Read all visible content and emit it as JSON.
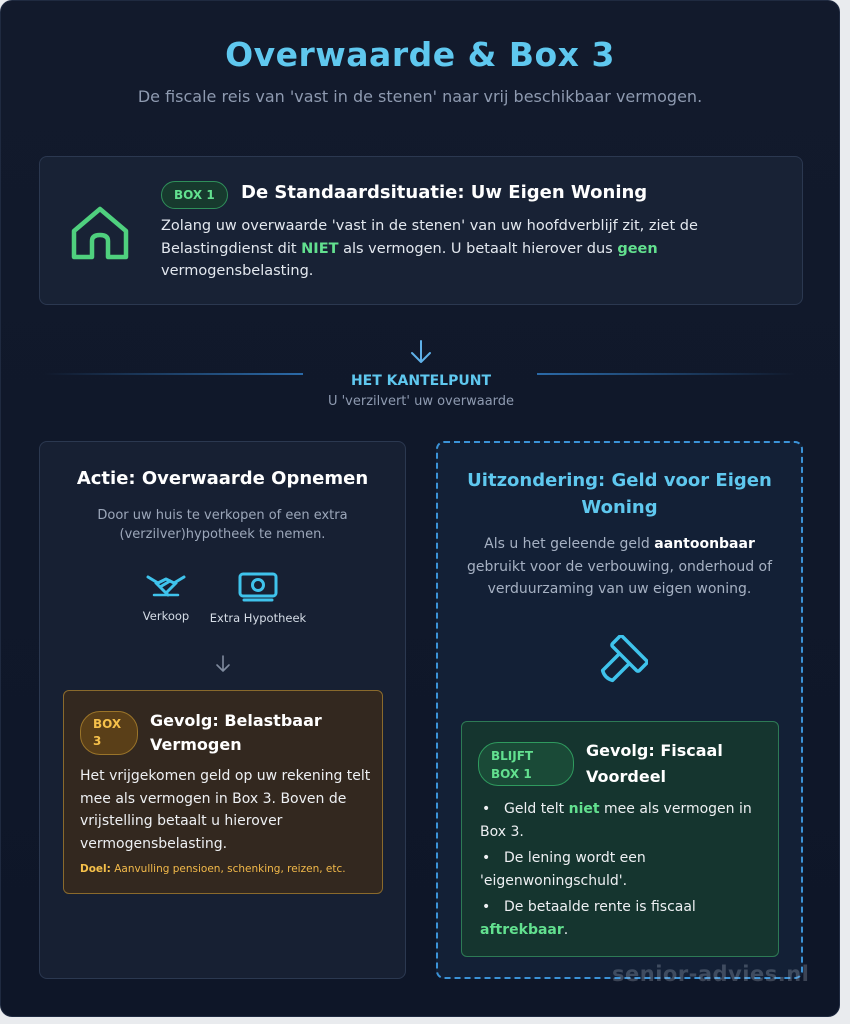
{
  "header": {
    "title": "Overwaarde & Box 3",
    "subtitle": "De fiscale reis van 'vast in de stenen' naar vrij beschikbaar vermogen."
  },
  "box1": {
    "badge": "BOX 1",
    "title": "De Standaardsituatie: Uw Eigen Woning",
    "text_1": "Zolang uw overwaarde 'vast in de stenen' van uw hoofdverblijf zit, ziet de Belastingdienst dit ",
    "text_bold_1": "NIET",
    "text_2": " als vermogen. U betaalt hierover dus ",
    "text_bold_2": "geen",
    "text_3": " vermogensbelasting.",
    "icon": "house-icon"
  },
  "kantelpunt": {
    "title": "HET KANTELPUNT",
    "subtitle": "U 'verzilvert' uw overwaarde"
  },
  "left": {
    "title": "Actie: Overwaarde Opnemen",
    "description": "Door uw huis te verkopen of een extra (verzilver)hypotheek te nemen.",
    "options": [
      {
        "label": "Verkoop",
        "icon": "handshake-icon"
      },
      {
        "label": "Extra Hypotheek",
        "icon": "money-icon"
      }
    ],
    "result": {
      "badge_line1": "BOX",
      "badge_line2": "3",
      "title": "Gevolg: Belastbaar Vermogen",
      "text": "Het vrijgekomen geld op uw rekening telt mee als vermogen in Box 3. Boven de vrijstelling betaalt u hierover vermogensbelasting.",
      "doel_label": "Doel:",
      "doel_text": " Aanvulling pensioen, schenking, reizen, etc."
    }
  },
  "right": {
    "title": "Uitzondering: Geld voor Eigen Woning",
    "desc_1": "Als u het geleende geld ",
    "desc_bold": "aantoonbaar",
    "desc_2": " gebruikt voor de verbouwing, onderhoud of verduurzaming van uw eigen woning.",
    "icon": "hammer-icon",
    "result": {
      "badge_line1": "BLIJFT",
      "badge_line2": "BOX 1",
      "title": "Gevolg: Fiscaal Voordeel",
      "item1_a": "Geld telt ",
      "item1_bold": "niet",
      "item1_b": " mee als vermogen in Box 3.",
      "item2": "De lening wordt een 'eigenwoningschuld'.",
      "item3_a": "De betaalde rente is fiscaal ",
      "item3_bold": "aftrekbaar",
      "item3_b": "."
    }
  },
  "watermark": "senior-advies.nl",
  "colors": {
    "accent_blue": "#5fc8ef",
    "green": "#62e08f",
    "amber": "#f5c04a",
    "background": "#121a2c"
  }
}
